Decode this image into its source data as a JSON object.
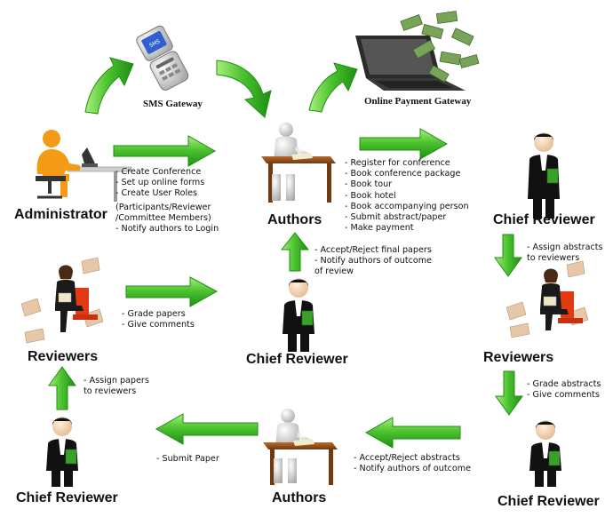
{
  "colors": {
    "arrow_light": "#7ddc5a",
    "arrow_dark": "#1d8f12",
    "text": "#111111"
  },
  "gateways": {
    "sms": "SMS Gateway",
    "payment": "Online Payment Gateway"
  },
  "roles": {
    "administrator": "Administrator",
    "authors_top": "Authors",
    "chief_top_right": "Chief Reviewer",
    "reviewers_left": "Reviewers",
    "chief_center": "Chief Reviewer",
    "reviewers_right": "Reviewers",
    "chief_bottom_left": "Chief Reviewer",
    "authors_bottom": "Authors",
    "chief_bottom_right": "Chief Reviewer"
  },
  "notes": {
    "admin": [
      "- Create Conference",
      "- Set up online forms",
      "- Create User Roles",
      " (Participants/Reviewer",
      " /Committee Members)",
      "- Notify authors to Login"
    ],
    "authors": [
      "- Register for conference",
      "- Book conference package",
      "- Book tour",
      "- Book hotel",
      "- Book accompanying person",
      "- Submit abstract/paper",
      "- Make payment"
    ],
    "chief_to_authors": [
      "- Accept/Reject final papers",
      "- Notify authors of outcome",
      "  of review"
    ],
    "assign_abstracts": [
      "- Assign abstracts",
      "  to reviewers"
    ],
    "reviewers_left": [
      "- Grade papers",
      "- Give comments"
    ],
    "grade_abstracts": [
      "- Grade abstracts",
      "- Give comments"
    ],
    "assign_papers": [
      "- Assign papers",
      "  to reviewers"
    ],
    "submit_paper": [
      "- Submit Paper"
    ],
    "accept_abstracts": [
      "- Accept/Reject abstracts",
      "- Notify authors of outcome"
    ]
  },
  "icons": {
    "phone": "mobile-phone-icon",
    "laptop": "laptop-money-icon",
    "admin": "administrator-at-desk-icon",
    "author": "author-writing-icon",
    "chief": "chief-reviewer-icon",
    "reviewer": "reviewer-reading-icon"
  }
}
